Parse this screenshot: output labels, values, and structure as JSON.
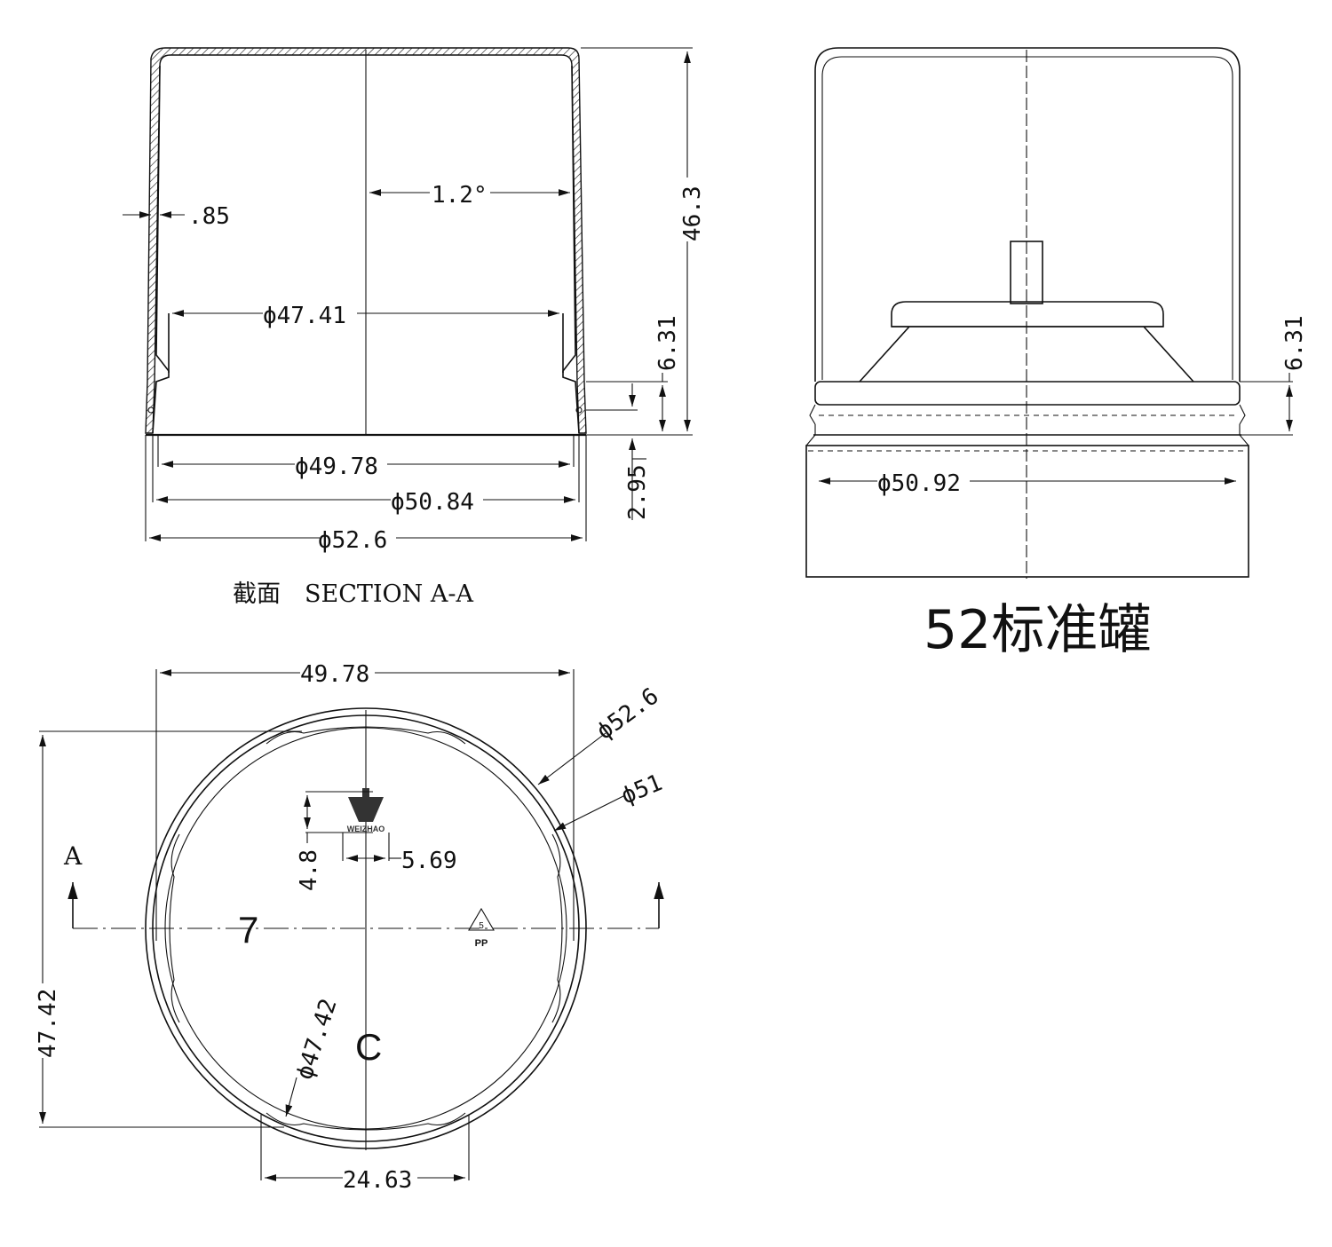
{
  "title": "52标准罐",
  "section_view": {
    "caption": "截面　SECTION A-A",
    "dim_wall": ".85",
    "dim_angle": "1.2°",
    "dim_height": "46.3",
    "dim_inner_dia": "ϕ47.41",
    "dim_step": "6.31",
    "dim_thread_dia": "ϕ49.78",
    "dim_thread_height": "2.95",
    "dim_outer_dia": "ϕ50.84",
    "dim_rim_dia": "ϕ52.6"
  },
  "side_view": {
    "dim_step": "6.31",
    "dim_dia": "ϕ50.92"
  },
  "top_view": {
    "section_letter": "A",
    "dim_width": "49.78",
    "dim_outer": "ϕ52.6",
    "dim_mid": "ϕ51",
    "dim_logo_h": "4.8",
    "dim_logo_w": "5.69",
    "dim_height": "47.42",
    "dim_inner": "ϕ47.42",
    "dim_notch": "24.63",
    "mold_cavity": "7",
    "mold_mark": "C",
    "logo_text": "WEIZHAO",
    "recycle_code": "5",
    "material": "PP"
  }
}
